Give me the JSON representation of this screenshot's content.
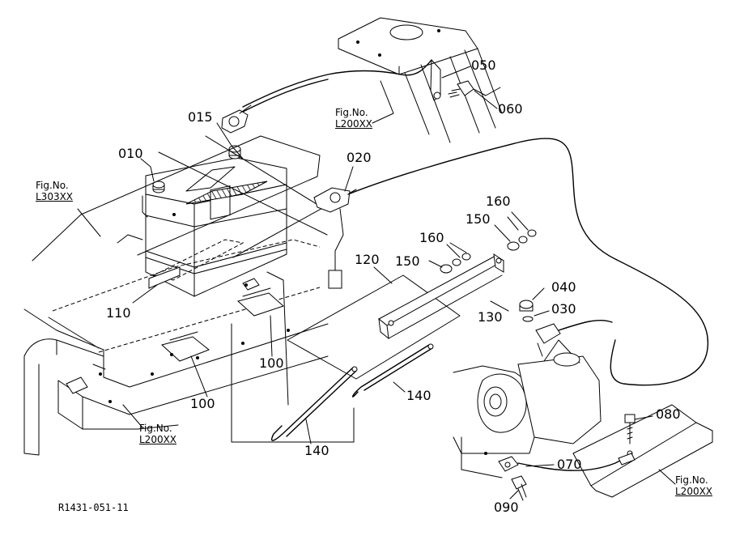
{
  "callouts": {
    "c015": "015",
    "c010": "010",
    "c050": "050",
    "c060": "060",
    "c020": "020",
    "c160a": "160",
    "c160b": "160",
    "c150a": "150",
    "c150b": "150",
    "c120": "120",
    "c110": "110",
    "c040": "040",
    "c030": "030",
    "c130": "130",
    "c100a": "100",
    "c100b": "100",
    "c140a": "140",
    "c140b": "140",
    "c080": "080",
    "c070": "070",
    "c090": "090"
  },
  "figrefs": {
    "top": {
      "label": "Fig.No.",
      "code": "L200XX"
    },
    "left": {
      "label": "Fig.No.",
      "code": "L303XX"
    },
    "bottom": {
      "label": "Fig.No.",
      "code": "L200XX"
    },
    "right": {
      "label": "Fig.No.",
      "code": "L200XX"
    }
  },
  "document_id": "R1431-051-11"
}
